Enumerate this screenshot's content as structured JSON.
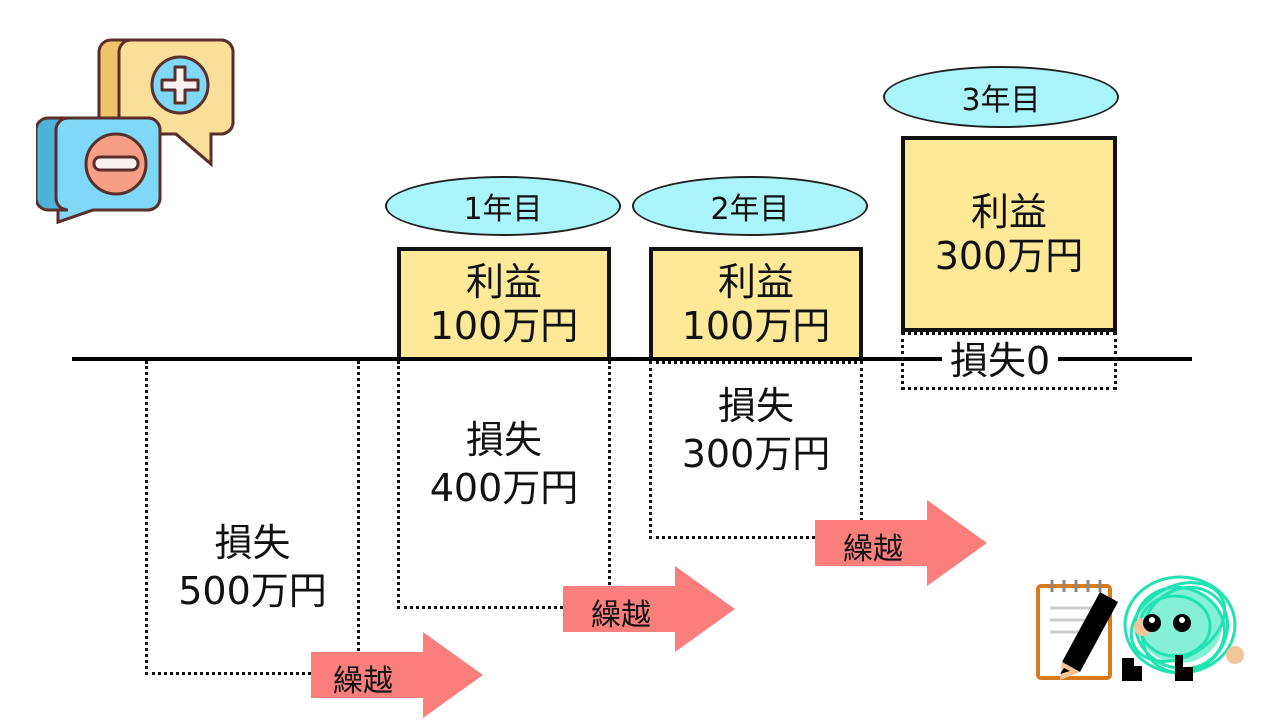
{
  "diagram": {
    "title_hidden": "",
    "colors": {
      "year_ellipse": "#aaf5fb",
      "profit_box": "#fde997",
      "carry_arrow": "#fa7f7c",
      "axis": "#000000"
    },
    "year_labels": [
      "1年目",
      "2年目",
      "3年目"
    ],
    "initial_loss": {
      "label": "損失",
      "amount": "500万円"
    },
    "years": [
      {
        "year": "1年目",
        "profit_label": "利益",
        "profit_amount": "100万円",
        "loss_label": "損失",
        "loss_amount": "400万円"
      },
      {
        "year": "2年目",
        "profit_label": "利益",
        "profit_amount": "100万円",
        "loss_label": "損失",
        "loss_amount": "300万円"
      },
      {
        "year": "3年目",
        "profit_label": "利益",
        "profit_amount": "300万円",
        "loss_label": "損失0"
      }
    ],
    "carry_label": "繰越",
    "icons": [
      "plus-minus-speech-bubbles-icon",
      "notepad-pencil-character-icon"
    ]
  }
}
